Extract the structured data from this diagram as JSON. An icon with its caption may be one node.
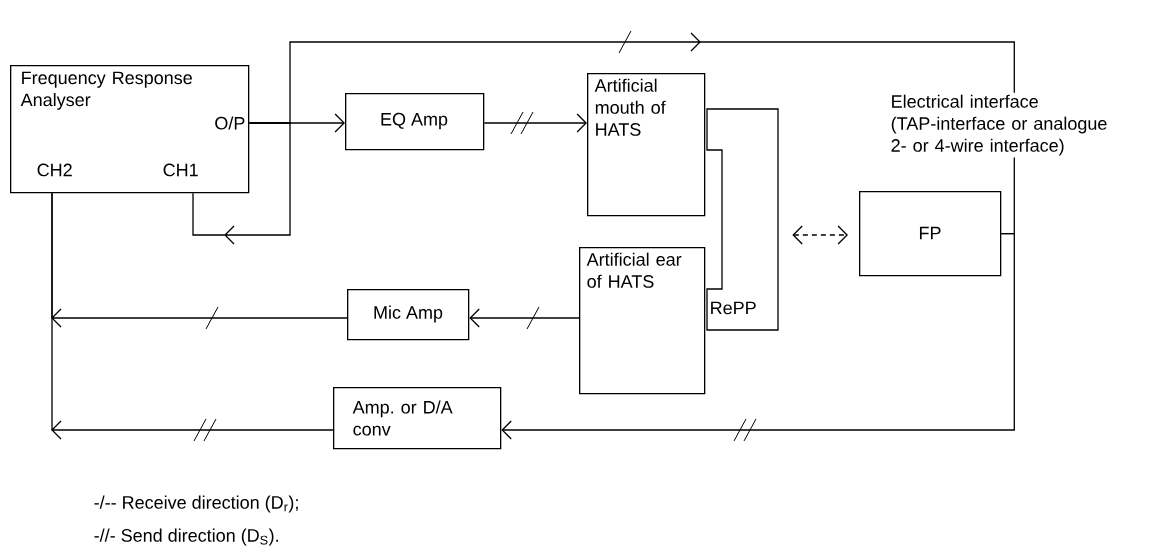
{
  "diagram": {
    "nodes": [
      {
        "text": [
          "Frequency Response Analyser",
          "O/P",
          "CH2",
          "CH1"
        ]
      },
      {
        "text": [
          "EQ Amp"
        ]
      },
      {
        "text": [
          "Artificial mouth of HATS"
        ]
      },
      {
        "text": [
          "Mic Amp"
        ]
      },
      {
        "text": [
          "Artificial ear of HATS"
        ]
      },
      {
        "text": [
          "RePP"
        ]
      },
      {
        "text": [
          "FP"
        ]
      },
      {
        "text": [
          "Amp. or D/A conv"
        ]
      }
    ],
    "edges": [
      {
        "from": 0,
        "to": 1,
        "arrow": "to"
      },
      {
        "from": 0,
        "to": 0,
        "arrow": "to"
      },
      {
        "from": 0,
        "to": 6,
        "arrow": "to"
      },
      {
        "from": 6,
        "to": 7,
        "arrow": "to"
      },
      {
        "from": 1,
        "to": 2,
        "arrow": "to"
      },
      {
        "from": 4,
        "to": 3,
        "arrow": "to"
      },
      {
        "from": 3,
        "to": 0,
        "arrow": "to"
      },
      {
        "from": 7,
        "to": 0,
        "arrow": "to"
      },
      {
        "from": 5,
        "to": 6,
        "arrow": "both",
        "style": "dashed"
      }
    ],
    "labels": [
      "Electrical interface (TAP-interface or analogue 2- or 4-wire interface)",
      "-/-- Receive direction (D$_{r}$);",
      "-//- Send direction (D$_{S}$)."
    ]
  }
}
